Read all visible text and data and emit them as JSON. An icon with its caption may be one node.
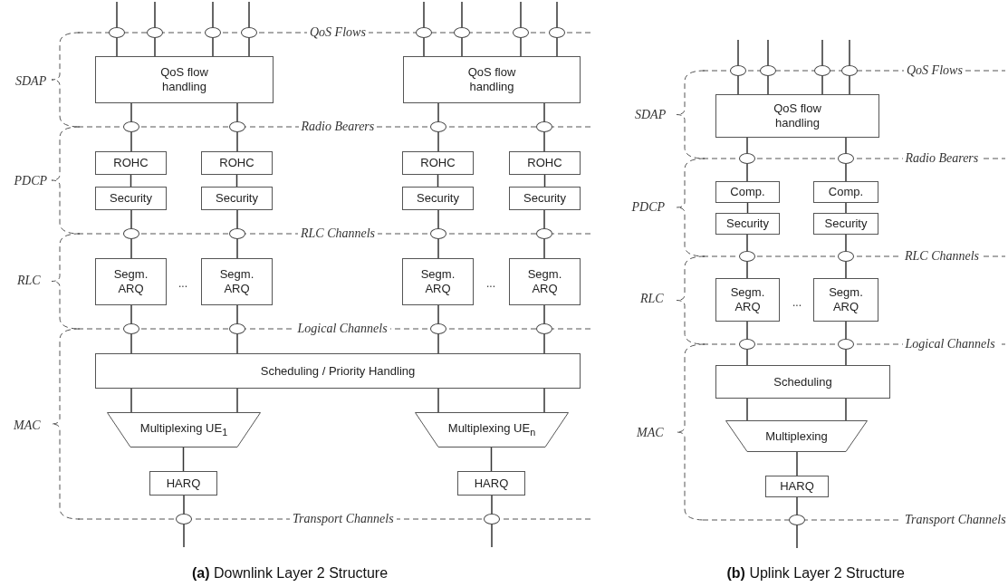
{
  "diagram": {
    "nodes": [
      {
        "text": [],
        "shape": "ellipse"
      },
      {
        "text": [],
        "shape": "ellipse"
      },
      {
        "text": [],
        "shape": "ellipse"
      },
      {
        "text": [],
        "shape": "ellipse"
      },
      {
        "text": [],
        "shape": "ellipse"
      },
      {
        "text": [],
        "shape": "ellipse"
      },
      {
        "text": [],
        "shape": "ellipse"
      },
      {
        "text": [],
        "shape": "ellipse"
      },
      {
        "text": [
          "QoS flow handling"
        ]
      },
      {
        "text": [
          "QoS flow handling"
        ]
      },
      {
        "text": [],
        "shape": "ellipse"
      },
      {
        "text": [],
        "shape": "ellipse"
      },
      {
        "text": [],
        "shape": "ellipse"
      },
      {
        "text": [],
        "shape": "ellipse"
      },
      {
        "text": [
          "ROHC"
        ]
      },
      {
        "text": [
          "ROHC"
        ]
      },
      {
        "text": [
          "ROHC"
        ]
      },
      {
        "text": [
          "ROHC"
        ]
      },
      {
        "text": [
          "Security"
        ]
      },
      {
        "text": [
          "Security"
        ]
      },
      {
        "text": [
          "Security"
        ]
      },
      {
        "text": [
          "Security"
        ]
      },
      {
        "text": [],
        "shape": "ellipse"
      },
      {
        "text": [],
        "shape": "ellipse"
      },
      {
        "text": [],
        "shape": "ellipse"
      },
      {
        "text": [],
        "shape": "ellipse"
      },
      {
        "text": [
          "Segm. ARQ"
        ]
      },
      {
        "text": [
          "Segm. ARQ"
        ]
      },
      {
        "text": [
          "Segm. ARQ"
        ]
      },
      {
        "text": [
          "Segm. ARQ"
        ]
      },
      {
        "text": [],
        "shape": "ellipse"
      },
      {
        "text": [],
        "shape": "ellipse"
      },
      {
        "text": [],
        "shape": "ellipse"
      },
      {
        "text": [],
        "shape": "ellipse"
      },
      {
        "text": [
          "Scheduling / Priority Handling"
        ]
      },
      {
        "text": [
          "Multiplexing UE$_{1}$"
        ]
      },
      {
        "text": [
          "Multiplexing UE$_{n}$"
        ]
      },
      {
        "text": [
          "HARQ"
        ]
      },
      {
        "text": [
          "HARQ"
        ]
      },
      {
        "text": [],
        "shape": "ellipse"
      },
      {
        "text": [],
        "shape": "ellipse"
      },
      {
        "text": [],
        "shape": "ellipse"
      },
      {
        "text": [],
        "shape": "ellipse"
      },
      {
        "text": [],
        "shape": "ellipse"
      },
      {
        "text": [],
        "shape": "ellipse"
      },
      {
        "text": [
          "QoS flow handling"
        ]
      },
      {
        "text": [],
        "shape": "ellipse"
      },
      {
        "text": [],
        "shape": "ellipse"
      },
      {
        "text": [
          "Comp."
        ]
      },
      {
        "text": [
          "Comp."
        ]
      },
      {
        "text": [
          "Security"
        ]
      },
      {
        "text": [
          "Security"
        ]
      },
      {
        "text": [],
        "shape": "ellipse"
      },
      {
        "text": [],
        "shape": "ellipse"
      },
      {
        "text": [
          "Segm. ARQ"
        ]
      },
      {
        "text": [
          "Segm. ARQ"
        ]
      },
      {
        "text": [],
        "shape": "ellipse"
      },
      {
        "text": [],
        "shape": "ellipse"
      },
      {
        "text": [
          "Scheduling"
        ]
      },
      {
        "text": [
          "Multiplexing"
        ]
      },
      {
        "text": [
          "HARQ"
        ]
      },
      {
        "text": [],
        "shape": "ellipse"
      }
    ],
    "edges": [
      {
        "from": null,
        "to": 0,
        "arrow": "none"
      },
      {
        "from": null,
        "to": 1,
        "arrow": "none"
      },
      {
        "from": null,
        "to": 2,
        "arrow": "none"
      },
      {
        "from": null,
        "to": 3,
        "arrow": "none"
      },
      {
        "from": null,
        "to": 4,
        "arrow": "none"
      },
      {
        "from": null,
        "to": 5,
        "arrow": "none"
      },
      {
        "from": null,
        "to": 6,
        "arrow": "none"
      },
      {
        "from": null,
        "to": 7,
        "arrow": "none"
      },
      {
        "from": 0,
        "to": 8,
        "arrow": "none"
      },
      {
        "from": 1,
        "to": 8,
        "arrow": "none"
      },
      {
        "from": 2,
        "to": 8,
        "arrow": "none"
      },
      {
        "from": 3,
        "to": 8,
        "arrow": "none"
      },
      {
        "from": 4,
        "to": 9,
        "arrow": "none"
      },
      {
        "from": 5,
        "to": 9,
        "arrow": "none"
      },
      {
        "from": 6,
        "to": 9,
        "arrow": "none"
      },
      {
        "from": 7,
        "to": 9,
        "arrow": "none"
      },
      {
        "from": 8,
        "to": 10,
        "arrow": "none"
      },
      {
        "from": 8,
        "to": 11,
        "arrow": "none"
      },
      {
        "from": 9,
        "to": 12,
        "arrow": "none"
      },
      {
        "from": 9,
        "to": 13,
        "arrow": "none"
      },
      {
        "from": 10,
        "to": 14,
        "arrow": "none"
      },
      {
        "from": 11,
        "to": 15,
        "arrow": "none"
      },
      {
        "from": 12,
        "to": 16,
        "arrow": "none"
      },
      {
        "from": 13,
        "to": 17,
        "arrow": "none"
      },
      {
        "from": 14,
        "to": 18,
        "arrow": "none"
      },
      {
        "from": 15,
        "to": 19,
        "arrow": "none"
      },
      {
        "from": 16,
        "to": 20,
        "arrow": "none"
      },
      {
        "from": 17,
        "to": 21,
        "arrow": "none"
      },
      {
        "from": 18,
        "to": 22,
        "arrow": "none"
      },
      {
        "from": 19,
        "to": 23,
        "arrow": "none"
      },
      {
        "from": 20,
        "to": 24,
        "arrow": "none"
      },
      {
        "from": 21,
        "to": 25,
        "arrow": "none"
      },
      {
        "from": 22,
        "to": 26,
        "arrow": "none"
      },
      {
        "from": 23,
        "to": 27,
        "arrow": "none"
      },
      {
        "from": 24,
        "to": 28,
        "arrow": "none"
      },
      {
        "from": 25,
        "to": 29,
        "arrow": "none"
      },
      {
        "from": 26,
        "to": 30,
        "arrow": "none"
      },
      {
        "from": 27,
        "to": 31,
        "arrow": "none"
      },
      {
        "from": 28,
        "to": 32,
        "arrow": "none"
      },
      {
        "from": 29,
        "to": 33,
        "arrow": "none"
      },
      {
        "from": 30,
        "to": 34,
        "arrow": "none"
      },
      {
        "from": 31,
        "to": 34,
        "arrow": "none"
      },
      {
        "from": 32,
        "to": 34,
        "arrow": "none"
      },
      {
        "from": 33,
        "to": 34,
        "arrow": "none"
      },
      {
        "from": 34,
        "to": 35,
        "arrow": "none"
      },
      {
        "from": 34,
        "to": 35,
        "arrow": "none"
      },
      {
        "from": 34,
        "to": 36,
        "arrow": "none"
      },
      {
        "from": 34,
        "to": 36,
        "arrow": "none"
      },
      {
        "from": 35,
        "to": 37,
        "arrow": "none"
      },
      {
        "from": 36,
        "to": 38,
        "arrow": "none"
      },
      {
        "from": 37,
        "to": 39,
        "arrow": "none"
      },
      {
        "from": 38,
        "to": 40,
        "arrow": "none"
      },
      {
        "from": 39,
        "to": null,
        "arrow": "none"
      },
      {
        "from": 40,
        "to": null,
        "arrow": "none"
      },
      {
        "from": null,
        "to": 41,
        "arrow": "none"
      },
      {
        "from": null,
        "to": 42,
        "arrow": "none"
      },
      {
        "from": null,
        "to": 43,
        "arrow": "none"
      },
      {
        "from": null,
        "to": 44,
        "arrow": "none"
      },
      {
        "from": 41,
        "to": 45,
        "arrow": "none"
      },
      {
        "from": 42,
        "to": 45,
        "arrow": "none"
      },
      {
        "from": 43,
        "to": 45,
        "arrow": "none"
      },
      {
        "from": 44,
        "to": 45,
        "arrow": "none"
      },
      {
        "from": 45,
        "to": 46,
        "arrow": "none"
      },
      {
        "from": 45,
        "to": 47,
        "arrow": "none"
      },
      {
        "from": 46,
        "to": 48,
        "arrow": "none"
      },
      {
        "from": 47,
        "to": 49,
        "arrow": "none"
      },
      {
        "from": 48,
        "to": 50,
        "arrow": "none"
      },
      {
        "from": 49,
        "to": 51,
        "arrow": "none"
      },
      {
        "from": 50,
        "to": 52,
        "arrow": "none"
      },
      {
        "from": 51,
        "to": 53,
        "arrow": "none"
      },
      {
        "from": 52,
        "to": 54,
        "arrow": "none"
      },
      {
        "from": 53,
        "to": 55,
        "arrow": "none"
      },
      {
        "from": 54,
        "to": 56,
        "arrow": "none"
      },
      {
        "from": 55,
        "to": 57,
        "arrow": "none"
      },
      {
        "from": 56,
        "to": 58,
        "arrow": "none"
      },
      {
        "from": 57,
        "to": 58,
        "arrow": "none"
      },
      {
        "from": 58,
        "to": 59,
        "arrow": "none"
      },
      {
        "from": 58,
        "to": 59,
        "arrow": "none"
      },
      {
        "from": 59,
        "to": 60,
        "arrow": "none"
      },
      {
        "from": 60,
        "to": 61,
        "arrow": "none"
      },
      {
        "from": 61,
        "to": null,
        "arrow": "none"
      }
    ],
    "labels": [
      "QoS Flows",
      "SDAP",
      "Radio Bearers",
      "PDCP",
      "RLC Channels",
      "RLC",
      "...",
      "...",
      "Logical Channels",
      "MAC",
      "Transport Channels",
      "QoS Flows",
      "SDAP",
      "Radio Bearers",
      "PDCP",
      "RLC Channels",
      "RLC",
      "...",
      "Logical Channels",
      "MAC",
      "Transport Channels",
      "**(a)** Downlink Layer 2 Structure",
      "**(b)** Uplink Layer 2 Structure"
    ]
  }
}
